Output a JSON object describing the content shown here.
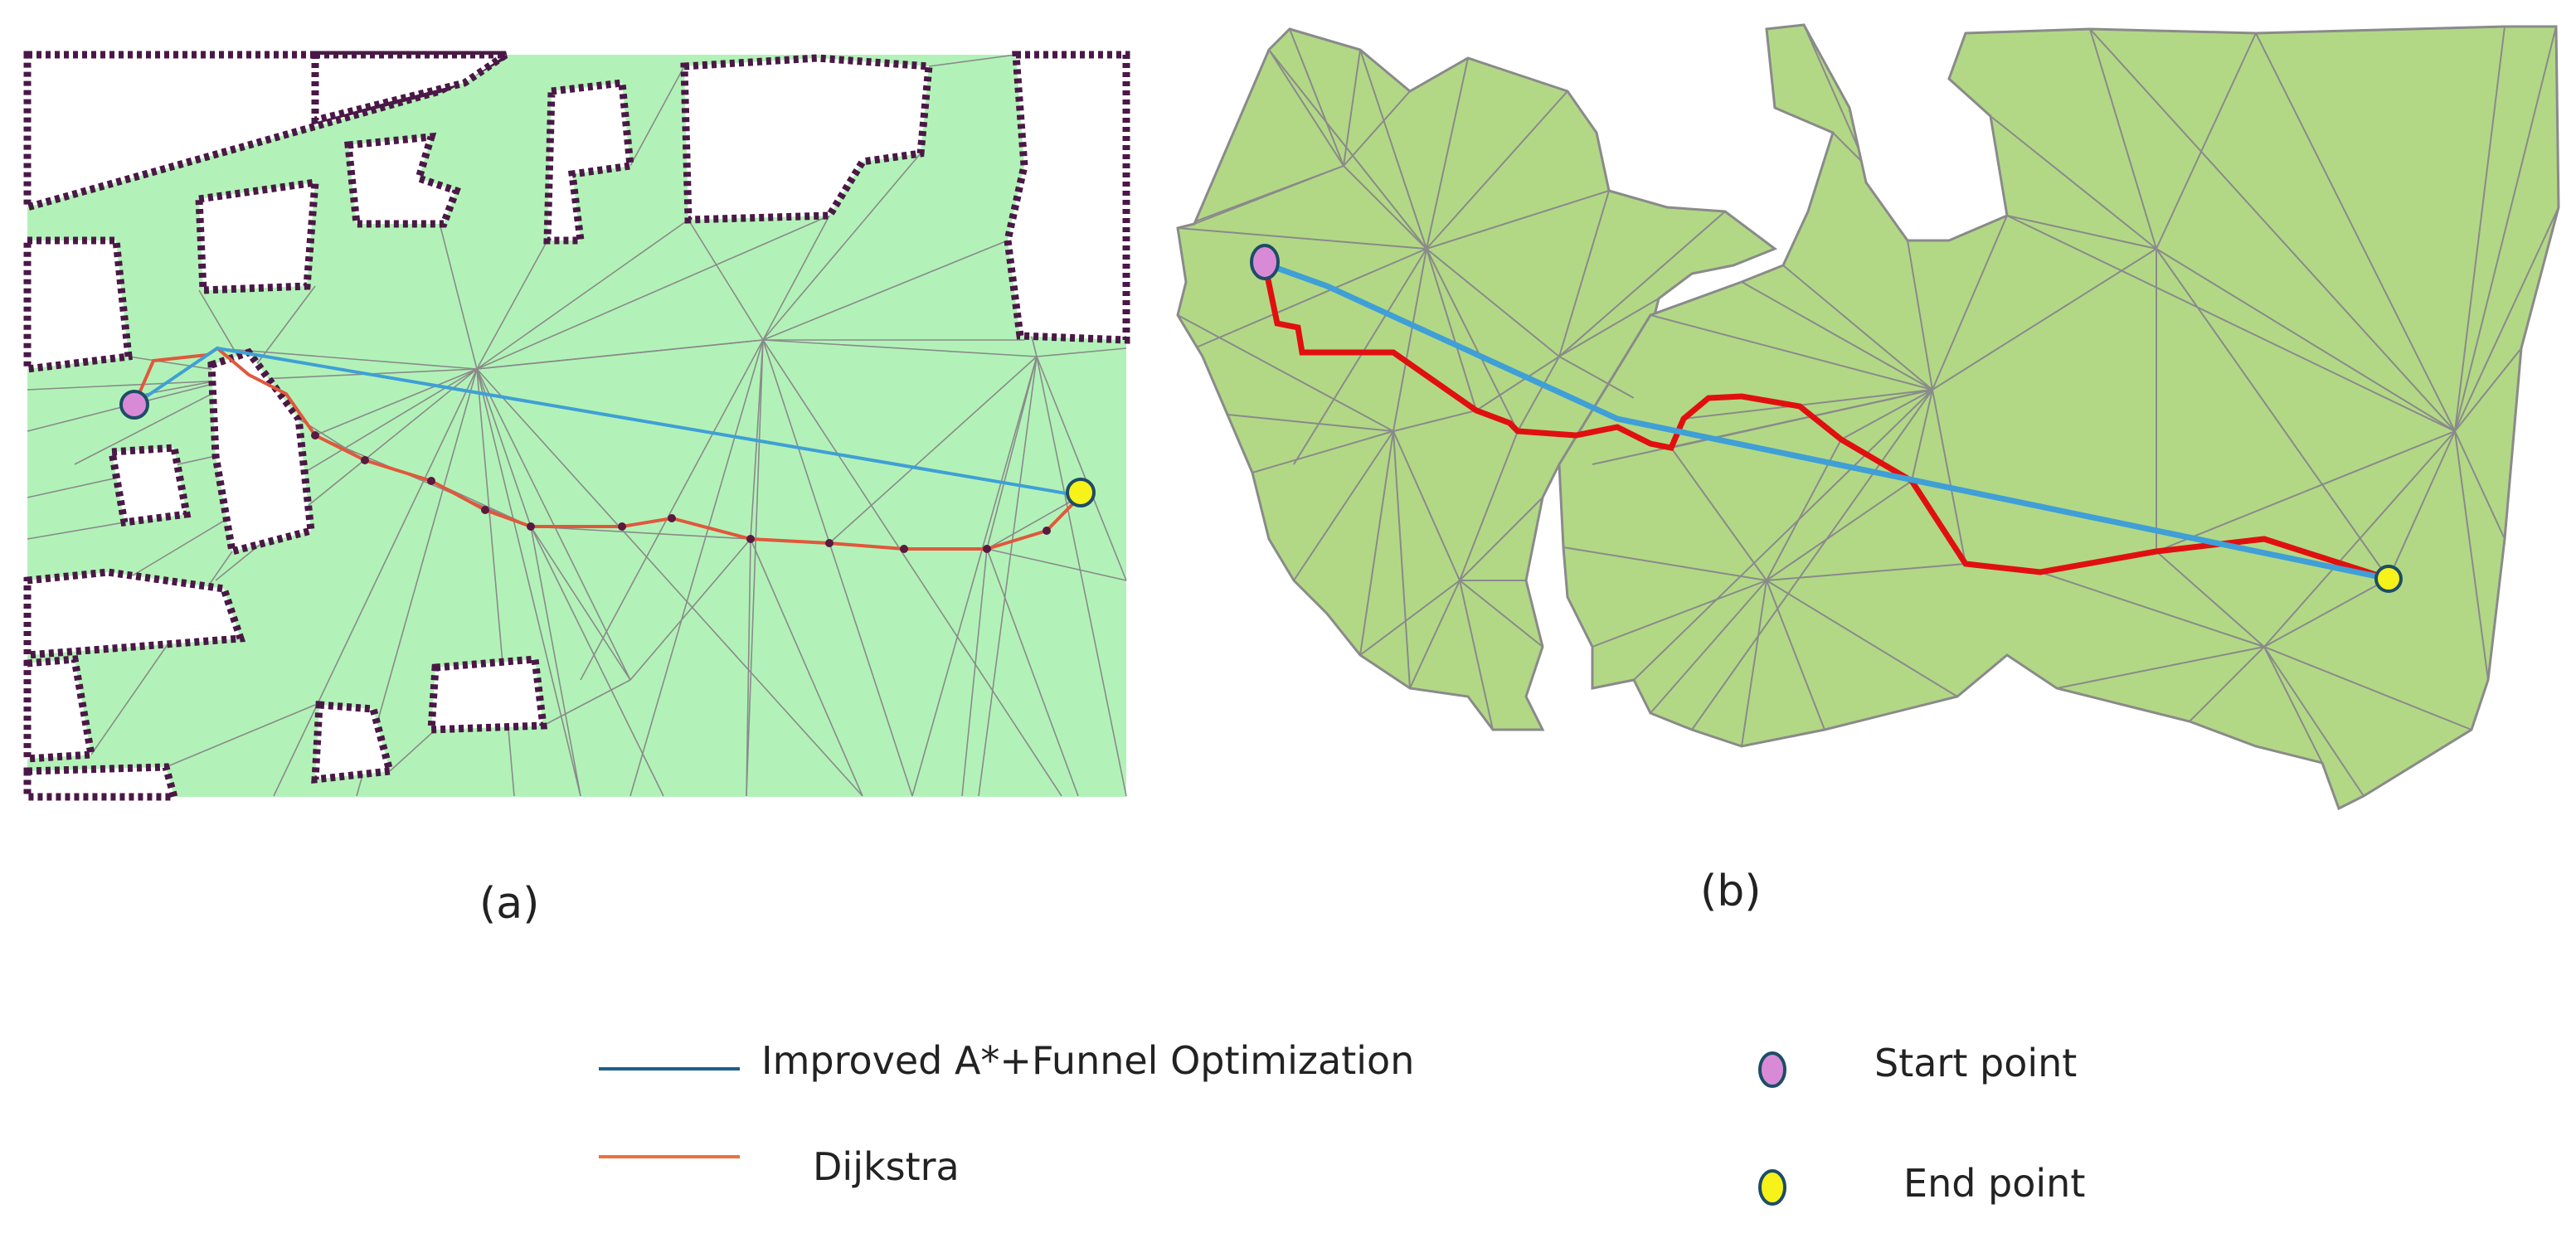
{
  "panels": [
    {
      "label": "(a)"
    },
    {
      "label": "(b)"
    }
  ],
  "legend": {
    "improved_label": "Improved A*+Funnel Optimization",
    "dijkstra_label": "Dijkstra",
    "start_label": "Start  point",
    "end_label": "End point"
  },
  "colors": {
    "improved_path": "#3f9fd6",
    "dijkstra_path_a": "#e0583c",
    "dijkstra_path_b": "#e01010",
    "mesh_fill_a": "#b2f2b8",
    "mesh_fill_b": "#b2d886",
    "mesh_edge": "#8a8a8a",
    "obstacle_border": "#4a1846",
    "start_marker": "#d98ad6",
    "end_marker": "#f6f21a",
    "marker_outline": "#1d4d66",
    "legend_line_blue": "#1f5e8a",
    "legend_line_orange": "#f0703c"
  }
}
